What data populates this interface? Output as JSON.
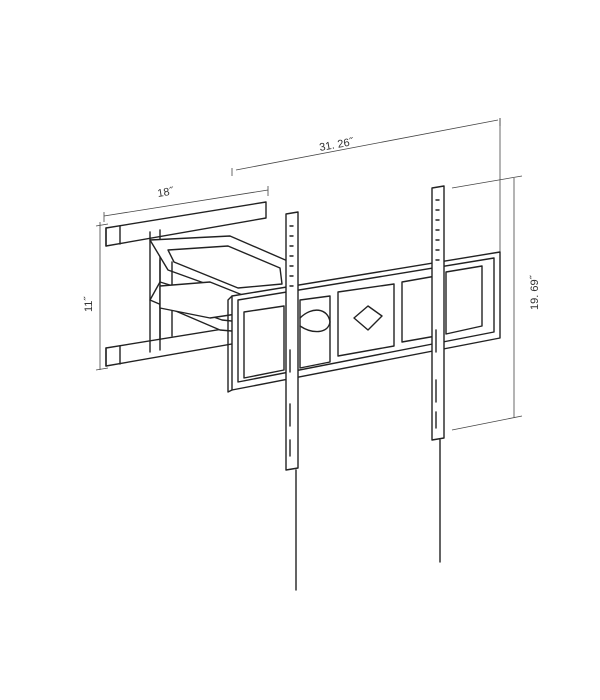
{
  "dimensions": {
    "width_label": "31. 26˝",
    "arm_label": "18˝",
    "height_label": "11˝",
    "rail_label": "19. 69˝"
  }
}
